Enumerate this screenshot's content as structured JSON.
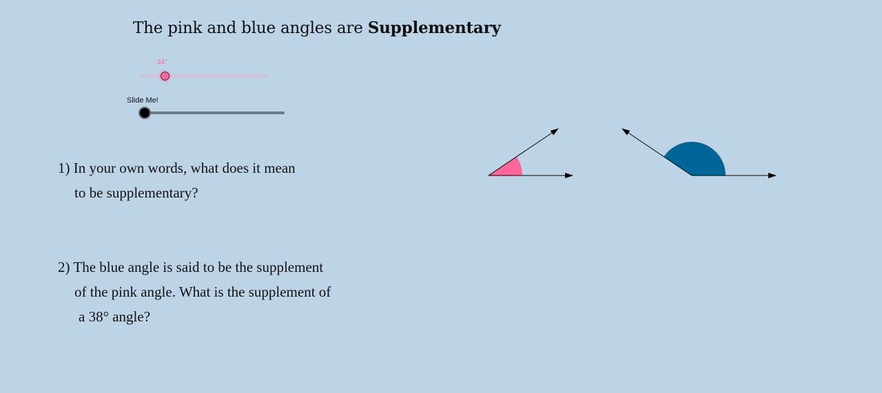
{
  "title": {
    "prefix": "The pink and blue angles are ",
    "emphasis": "Supplementary"
  },
  "sliders": {
    "angle_slider": {
      "value_label": "34°",
      "value": 34,
      "color": "#ff6699",
      "track_color": "#d2bfd9"
    },
    "slide_me": {
      "label": "Slide Me!",
      "track_color": "#6e7a85"
    }
  },
  "questions": [
    {
      "line1": "1) In your own words, what does it mean",
      "line2": "to be supplementary?"
    },
    {
      "line1": "2) The blue angle is said to be the supplement",
      "line2": "of the pink angle. What is the supplement of",
      "line3": "a 38° angle?"
    }
  ],
  "angles": {
    "pink": {
      "degrees": 34,
      "color": "#ff6699"
    },
    "blue": {
      "degrees": 146,
      "color": "#006699"
    }
  },
  "colors": {
    "background": "#bdd4e7"
  }
}
